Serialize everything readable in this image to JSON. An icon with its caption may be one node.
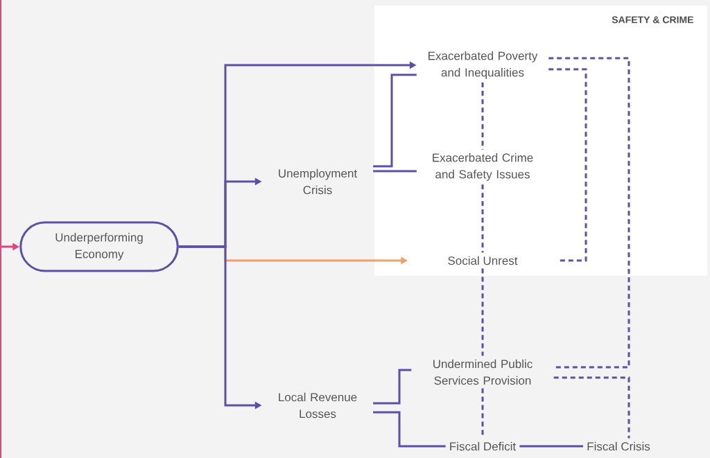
{
  "diagram": {
    "nodes": [
      {
        "text": [
          "SAFETY & CRIME"
        ]
      },
      {
        "text": [
          "Underperforming Economy"
        ]
      },
      {
        "text": [
          "Unemployment Crisis"
        ]
      },
      {
        "text": [
          "Exacerbated Poverty and Inequalities"
        ],
        "in": 0
      },
      {
        "text": [
          "Exacerbated Crime and Safety Issues"
        ],
        "in": 0
      },
      {
        "text": [
          "Social Unrest"
        ],
        "in": 0
      },
      {
        "text": [
          "Local Revenue Losses"
        ]
      },
      {
        "text": [
          "Undermined Public Services Provision"
        ]
      },
      {
        "text": [
          "Fiscal Deficit"
        ]
      },
      {
        "text": [
          "Fiscal Crisis"
        ]
      }
    ],
    "edges": [
      {
        "from": null,
        "to": 1,
        "arrow": "to",
        "color": "#e0457b"
      },
      {
        "from": 1,
        "to": 3,
        "arrow": "to"
      },
      {
        "from": 1,
        "to": 2,
        "arrow": "to"
      },
      {
        "from": 1,
        "to": 5,
        "arrow": "to",
        "color": "#f0a06a"
      },
      {
        "from": 1,
        "to": 6,
        "arrow": "to"
      },
      {
        "from": 2,
        "to": 3,
        "arrow": "none"
      },
      {
        "from": 2,
        "to": 4,
        "arrow": "none"
      },
      {
        "from": 3,
        "to": 4,
        "arrow": "none",
        "style": "dashed"
      },
      {
        "from": 4,
        "to": 5,
        "arrow": "none",
        "style": "dashed"
      },
      {
        "from": 3,
        "to": 5,
        "arrow": "none",
        "style": "dashed"
      },
      {
        "from": 3,
        "to": 7,
        "arrow": "none",
        "style": "dashed"
      },
      {
        "from": 5,
        "to": 7,
        "arrow": "none",
        "style": "dashed"
      },
      {
        "from": 6,
        "to": 7,
        "arrow": "none"
      },
      {
        "from": 6,
        "to": 8,
        "arrow": "none"
      },
      {
        "from": 7,
        "to": 8,
        "arrow": "none",
        "style": "dashed"
      },
      {
        "from": 7,
        "to": 9,
        "arrow": "none",
        "style": "dashed"
      },
      {
        "from": 8,
        "to": 9,
        "arrow": "none"
      }
    ]
  }
}
